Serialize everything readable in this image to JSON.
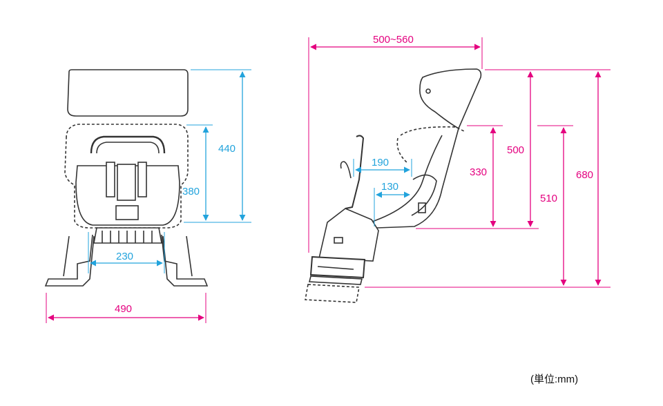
{
  "colors": {
    "blue": "#22a3dc",
    "magenta": "#e4007f",
    "ink": "#333333"
  },
  "front_view": {
    "headrest_height": "440",
    "seat_height": "380",
    "inner_width": "230",
    "overall_width": "490"
  },
  "side_view": {
    "overall_depth": "500~560",
    "inner_depth_upper": "190",
    "inner_depth_lower": "130",
    "seat_back_height": "330",
    "backrest_height": "500",
    "seat_to_floor": "510",
    "total_height": "680"
  },
  "unit_note": "(単位:mm)"
}
